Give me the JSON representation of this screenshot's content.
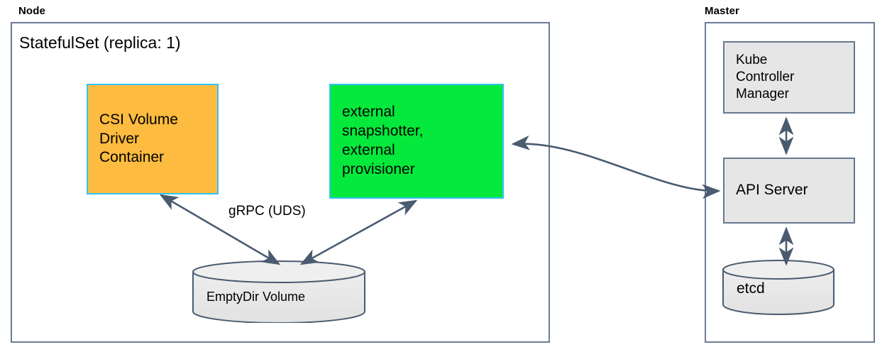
{
  "diagram": {
    "title_node": "Node",
    "title_master": "Master",
    "statefulset_label": "StatefulSet (replica: 1)",
    "colors": {
      "orange_fill": "#FDBB3F",
      "green_fill": "#04E93B",
      "cyan_border": "#2FC4F5",
      "grey_fill": "#E6E6E6",
      "grey_border": "#66788F",
      "arrow": "#4A5B70",
      "group_border": "#6B7C93"
    },
    "node_group": {
      "csi_driver": "CSI Volume\nDriver\nContainer",
      "external_controllers": "external\nsnapshotter,\nexternal\nprovisioner",
      "emptydir_volume": "EmptyDir Volume",
      "grpc_label": "gRPC (UDS)"
    },
    "master_group": {
      "kube_controller_manager": "Kube\nController\nManager",
      "api_server": "API Server",
      "etcd": "etcd"
    },
    "connections": [
      {
        "name": "csi-driver-to-emptydir",
        "label": "gRPC (UDS)",
        "style": "double-arrow"
      },
      {
        "name": "external-controllers-to-emptydir",
        "label": "",
        "style": "double-arrow"
      },
      {
        "name": "external-controllers-to-api-server",
        "label": "",
        "style": "double-arrow-curved"
      },
      {
        "name": "kube-controller-manager-to-api-server",
        "label": "",
        "style": "double-arrow"
      },
      {
        "name": "api-server-to-etcd",
        "label": "",
        "style": "double-arrow"
      }
    ]
  }
}
